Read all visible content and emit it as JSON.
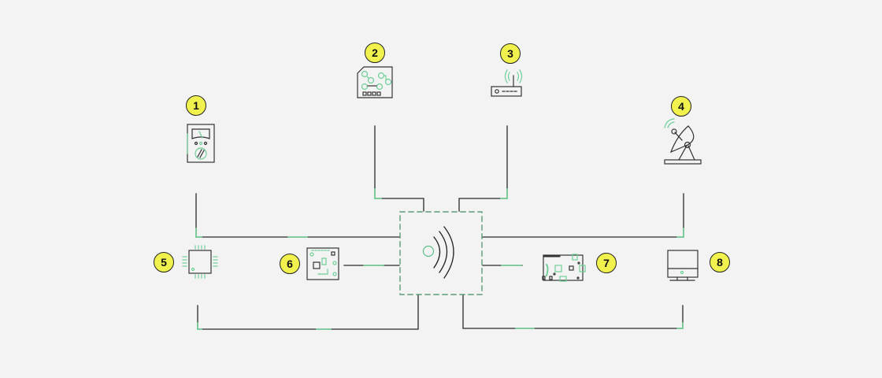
{
  "diagram": {
    "title": "",
    "colors": {
      "background": "#f3f3f3",
      "line": "#222222",
      "accent": "#5fbf8a",
      "badge_fill": "#f2f24e"
    },
    "hub": {
      "name": "wireless-hub",
      "icon": "wireless-signal-icon",
      "border": "dashed"
    },
    "nodes": [
      {
        "id": 1,
        "label": "1",
        "icon": "multimeter-icon"
      },
      {
        "id": 2,
        "label": "2",
        "icon": "memory-card-icon"
      },
      {
        "id": 3,
        "label": "3",
        "icon": "router-icon"
      },
      {
        "id": 4,
        "label": "4",
        "icon": "satellite-dish-icon"
      },
      {
        "id": 5,
        "label": "5",
        "icon": "microchip-icon"
      },
      {
        "id": 6,
        "label": "6",
        "icon": "circuit-module-icon"
      },
      {
        "id": 7,
        "label": "7",
        "icon": "single-board-computer-icon"
      },
      {
        "id": 8,
        "label": "8",
        "icon": "monitor-icon"
      }
    ]
  }
}
